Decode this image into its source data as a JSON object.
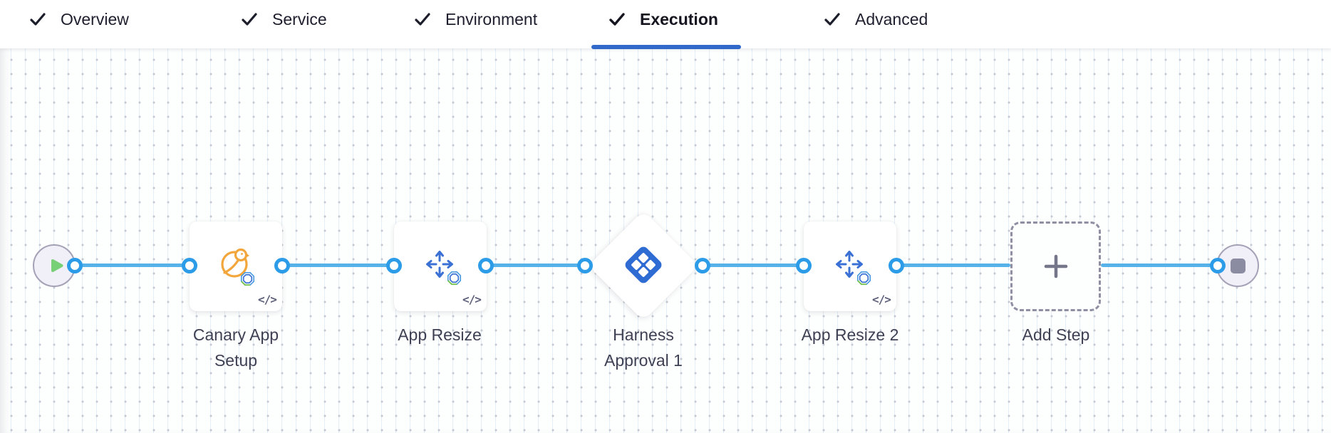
{
  "header": {
    "tabs": [
      {
        "label": "Overview",
        "state": "completed",
        "icon": "check-icon"
      },
      {
        "label": "Service",
        "state": "completed",
        "icon": "check-icon"
      },
      {
        "label": "Environment",
        "state": "completed",
        "icon": "check-icon"
      },
      {
        "label": "Execution",
        "state": "active",
        "icon": "check-icon"
      },
      {
        "label": "Advanced",
        "state": "completed",
        "icon": "check-icon"
      }
    ],
    "active_tab": "Execution",
    "underline_color": "#3069C9"
  },
  "canvas": {
    "type": "pipeline-execution-graph",
    "nodes": [
      {
        "id": "start",
        "type": "start-node",
        "icon": "play-icon"
      },
      {
        "id": "canary",
        "type": "step",
        "label": "Canary App Setup",
        "icon": "canary-bird-icon",
        "badge_icon": "octagon-badge-icon",
        "code_badge": "</>"
      },
      {
        "id": "resize1",
        "type": "step",
        "label": "App Resize",
        "icon": "resize-arrows-icon",
        "badge_icon": "octagon-badge-icon",
        "code_badge": "</>"
      },
      {
        "id": "approval",
        "type": "approval-step",
        "label": "Harness Approval 1",
        "icon": "harness-approval-icon"
      },
      {
        "id": "resize2",
        "type": "step",
        "label": "App Resize 2",
        "icon": "resize-arrows-icon",
        "badge_icon": "octagon-badge-icon",
        "code_badge": "</>"
      },
      {
        "id": "add-step",
        "type": "add-step",
        "label": "Add Step",
        "icon": "plus-icon"
      },
      {
        "id": "end",
        "type": "end-node",
        "icon": "stop-icon"
      }
    ],
    "colors": {
      "edge_blue": "#58B2EA",
      "port_ring_blue": "#2D9CE8",
      "step_icon_blue": "#3B70D4",
      "approval_icon_blue": "#2E6BD3",
      "canary_orange": "#F2A63B",
      "play_green": "#77CF76",
      "stop_gray": "#8B8CA2",
      "terminal_fill": "#F1F0F8",
      "badge_green": "#7CC34F"
    }
  }
}
